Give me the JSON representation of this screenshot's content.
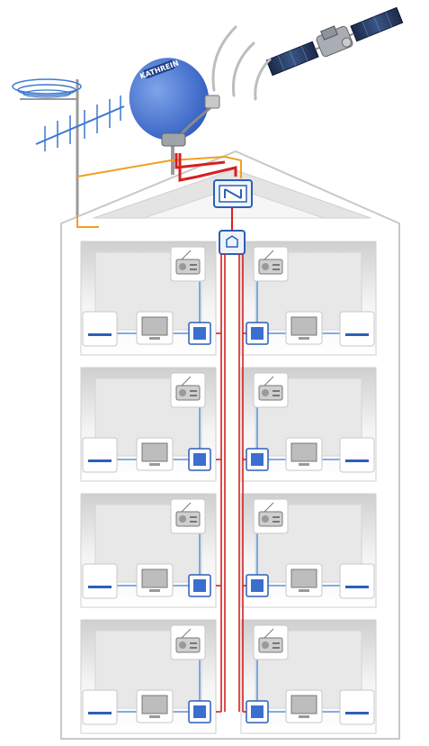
{
  "dish": {
    "logo_text": "KATHREIN"
  },
  "colors": {
    "dish_blue": "#3f6fd0",
    "cable_red": "#d62020",
    "cable_orange": "#f0a020",
    "cable_blue": "#3a7fd8",
    "wall_grey": "#d9d9d9",
    "device_blue": "#2c5fb8"
  },
  "icons": {
    "antenna": "terrestrial-antenna-icon",
    "dish": "satellite-dish-icon",
    "satellite": "satellite-icon",
    "receiver": "receiver-icon",
    "radio": "radio-icon",
    "tv": "tv-icon",
    "outlet": "wall-outlet-icon",
    "multiswitch": "multiswitch-icon",
    "splitter": "splitter-icon"
  },
  "floors": 4,
  "rooms_per_floor": 2
}
